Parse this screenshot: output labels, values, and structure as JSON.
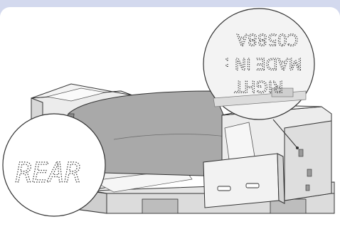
{
  "illustration": {
    "subject": "crated-unit-on-pallet",
    "callouts": {
      "rear": {
        "text": "REAR"
      },
      "label": {
        "line1": "RIGHT",
        "line2": "MADE IN :",
        "line3": "C0588A"
      }
    }
  },
  "colors": {
    "frame": "#d3d9ee",
    "panel": "#ffffff",
    "cardboard": "#e9e9e9",
    "cardboard_shade": "#d2d2d2",
    "body": "#a9a9a9",
    "body_dark": "#8e8e8e",
    "stroke": "#333333"
  }
}
